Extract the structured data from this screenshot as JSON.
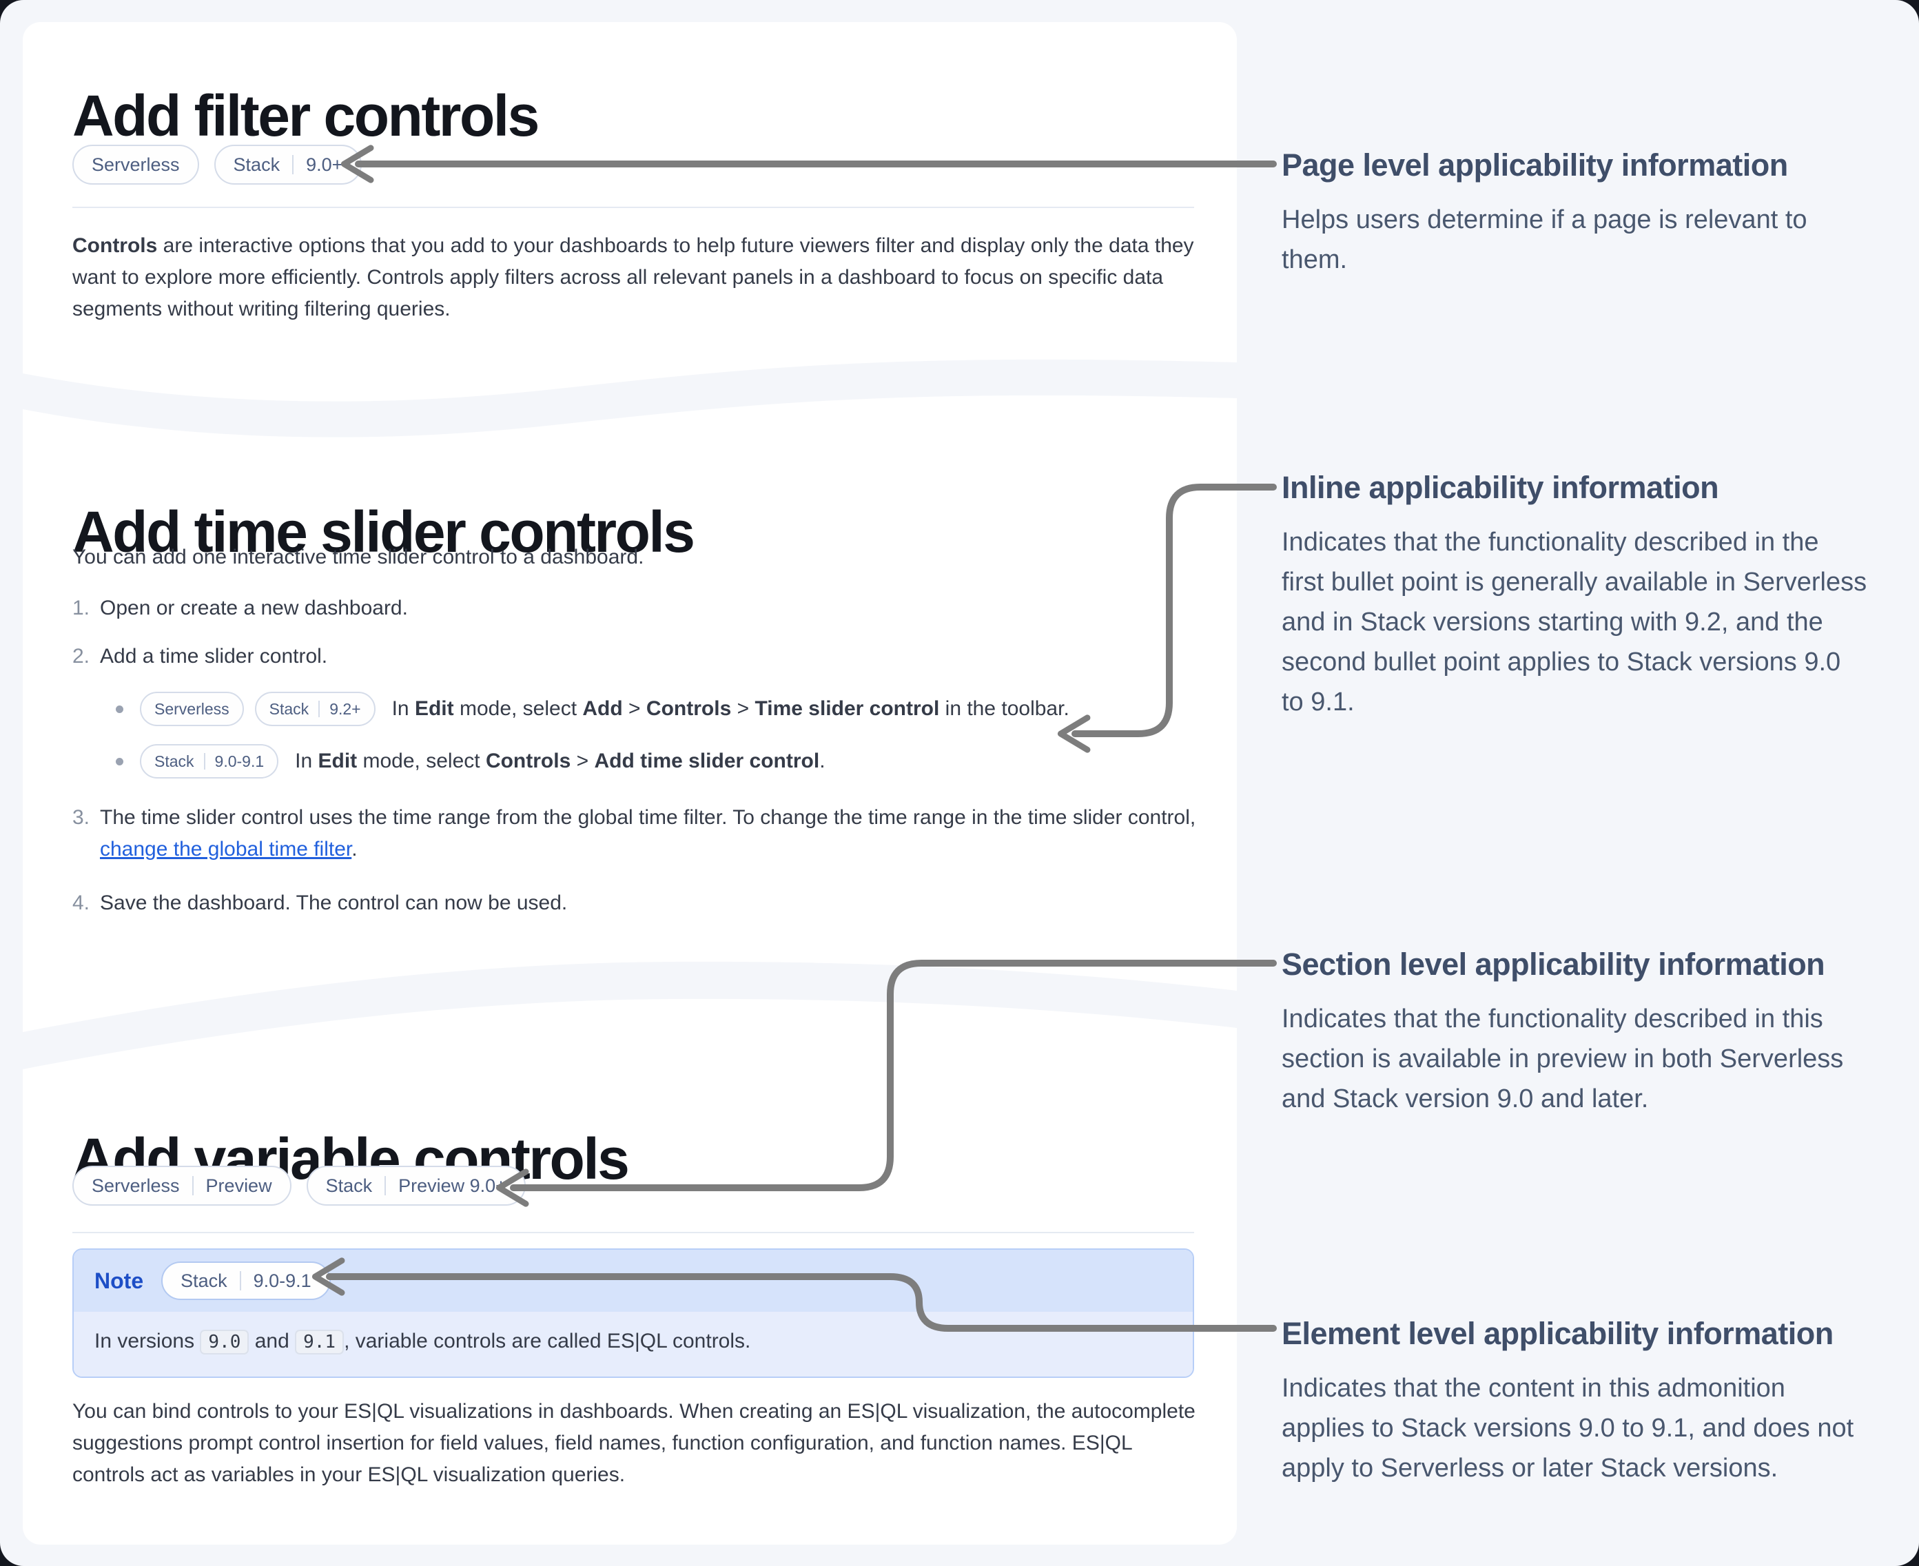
{
  "colors": {
    "page_background": "#f4f6fa",
    "card_background": "#ffffff",
    "arrow": "#7d7d7d",
    "link": "#2160dd",
    "note_border": "#b7cef7",
    "note_header_bg": "#d6e3fb",
    "note_body_bg": "#e7edfc",
    "note_label": "#1d4ec6",
    "badge_text": "#4d5e81"
  },
  "cards": {
    "filter": {
      "title": "Add filter controls",
      "badges": [
        {
          "parts": [
            "Serverless"
          ]
        },
        {
          "parts": [
            "Stack",
            "9.0+"
          ]
        }
      ],
      "paragraph": [
        {
          "text": "Controls",
          "style": "bold"
        },
        {
          "text": " are interactive options that you add to your dashboards to help future viewers filter and display only the data they want to explore more efficiently. Controls apply filters across all relevant panels in a dashboard to focus on specific data segments without writing filtering queries."
        }
      ]
    },
    "time_slider": {
      "title": "Add time slider controls",
      "intro": "You can add one interactive time slider control to a dashboard.",
      "steps": [
        {
          "num": "1.",
          "segments": [
            {
              "text": "Open or create a new dashboard."
            }
          ]
        },
        {
          "num": "2.",
          "segments": [
            {
              "text": "Add a time slider control."
            }
          ]
        },
        {
          "num": "3.",
          "segments": [
            {
              "text": "The time slider control uses the time range from the global time filter. To change the time range in the time slider control, "
            },
            {
              "text": "change the global time filter",
              "style": "link"
            },
            {
              "text": "."
            }
          ]
        },
        {
          "num": "4.",
          "segments": [
            {
              "text": "Save the dashboard. The control can now be used."
            }
          ]
        }
      ],
      "sub_bullets": [
        {
          "badges": [
            {
              "parts": [
                "Serverless"
              ]
            },
            {
              "parts": [
                "Stack",
                "9.2+"
              ]
            }
          ],
          "segments": [
            {
              "text": "In "
            },
            {
              "text": "Edit",
              "style": "bold"
            },
            {
              "text": " mode, select "
            },
            {
              "text": "Add",
              "style": "bold"
            },
            {
              "text": " > "
            },
            {
              "text": "Controls",
              "style": "bold"
            },
            {
              "text": " > "
            },
            {
              "text": "Time slider control",
              "style": "bold"
            },
            {
              "text": " in the toolbar."
            }
          ]
        },
        {
          "badges": [
            {
              "parts": [
                "Stack",
                "9.0-9.1"
              ]
            }
          ],
          "segments": [
            {
              "text": "In "
            },
            {
              "text": "Edit",
              "style": "bold"
            },
            {
              "text": " mode, select "
            },
            {
              "text": "Controls",
              "style": "bold"
            },
            {
              "text": " > "
            },
            {
              "text": "Add time slider control",
              "style": "bold"
            },
            {
              "text": "."
            }
          ]
        }
      ]
    },
    "variable": {
      "title": "Add variable controls",
      "badges": [
        {
          "parts": [
            "Serverless",
            "Preview"
          ]
        },
        {
          "parts": [
            "Stack",
            "Preview 9.0+"
          ]
        }
      ],
      "note": {
        "label": "Note",
        "badge": {
          "parts": [
            "Stack",
            "9.0-9.1"
          ]
        },
        "body": [
          {
            "text": "In versions "
          },
          {
            "text": "9.0",
            "style": "code"
          },
          {
            "text": " and "
          },
          {
            "text": "9.1",
            "style": "code"
          },
          {
            "text": ", variable controls are called ES|QL controls."
          }
        ]
      },
      "paragraph": [
        {
          "text": "You can bind controls to your ES|QL visualizations in dashboards. When creating an ES|QL visualization, the autocomplete suggestions prompt control insertion for field values, field names, function configuration, and function names. ES|QL controls act as variables in your ES|QL visualization queries."
        }
      ]
    }
  },
  "annotations": [
    {
      "title": "Page level applicability information",
      "body": "Helps users determine if a page is relevant to them."
    },
    {
      "title": "Inline applicability information",
      "body": "Indicates that the functionality described in the first bullet point is generally available in Serverless and in Stack versions starting with 9.2, and the second bullet point applies to Stack versions 9.0 to 9.1."
    },
    {
      "title": "Section level applicability information",
      "body": "Indicates that the functionality described in this section is available in preview in both Serverless and Stack version 9.0 and later."
    },
    {
      "title": "Element level applicability information",
      "body": "Indicates that the content in this admonition applies to Stack versions 9.0 to 9.1, and does not apply to Serverless or later Stack versions."
    }
  ]
}
